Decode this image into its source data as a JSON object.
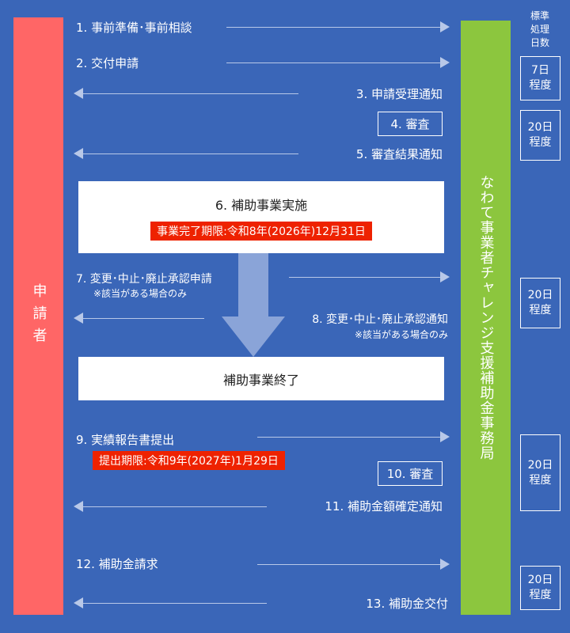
{
  "applicant": {
    "label": "申請者",
    "color": "#ff6666"
  },
  "office": {
    "label": "なわて事業者チャレンジ支援補助金事務局",
    "color": "#8cc63e"
  },
  "standard_days": {
    "header": [
      "標準",
      "処理",
      "日数"
    ],
    "boxes": [
      {
        "lines": [
          "7日",
          "程度"
        ]
      },
      {
        "lines": [
          "20日",
          "程度"
        ]
      },
      {
        "lines": [
          "20日",
          "程度"
        ]
      },
      {
        "lines": [
          "20日",
          "程度"
        ]
      },
      {
        "lines": [
          "20日",
          "程度"
        ]
      }
    ]
  },
  "steps": {
    "s1": "1. 事前準備･事前相談",
    "s2": "2. 交付申請",
    "s3": "3. 申請受理通知",
    "s4": "4. 審査",
    "s5": "5. 審査結果通知",
    "s6": {
      "title": "6. 補助事業実施",
      "deadline": "事業完了期限:令和8年(2026年)12月31日"
    },
    "s7": {
      "label": "7. 変更･中止･廃止承認申請",
      "note": "※該当がある場合のみ"
    },
    "s8": {
      "label": "8. 変更･中止･廃止承認通知",
      "note": "※該当がある場合のみ"
    },
    "end": "補助事業終了",
    "s9": {
      "label": "9. 実績報告書提出",
      "deadline": "提出期限:令和9年(2027年)1月29日"
    },
    "s10": "10. 審査",
    "s11": "11. 補助金額確定通知",
    "s12": "12. 補助金請求",
    "s13": "13. 補助金交付"
  },
  "colors": {
    "background": "#3a66b8",
    "deadline": "#ee2200",
    "arrow": "#b8c8e8",
    "big_arrow": "#8aa4d8"
  }
}
